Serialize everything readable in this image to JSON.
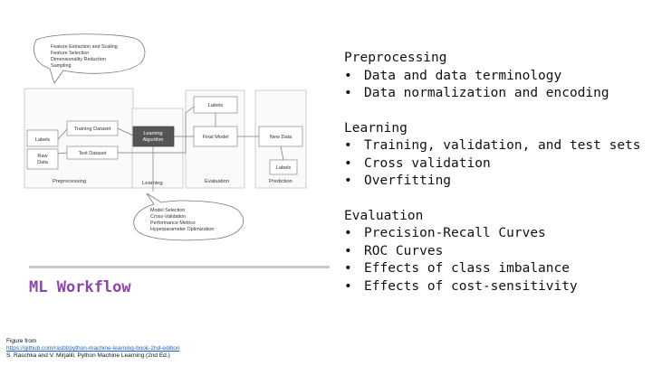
{
  "diagram": {
    "top_callout": [
      "Feature Extraction and Scaling",
      "Feature Selection",
      "Dimensionality Reduction",
      "Sampling"
    ],
    "bottom_callout": [
      "Model Selection",
      "Cross-Validation",
      "Performance Metrics",
      "Hyperparameter Optimization"
    ],
    "boxes": {
      "labels": "Labels",
      "raw_data": [
        "Raw",
        "Data"
      ],
      "training_dataset": "Training Dataset",
      "test_dataset": "Test Dataset",
      "learning_algorithm": [
        "Learning",
        "Algorithm"
      ],
      "final_model": "Final Model",
      "labels_top": "Labels",
      "new_data": "New Data",
      "labels_bottom": "Labels"
    },
    "stages": [
      "Preprocessing",
      "Learning",
      "Evaluation",
      "Prediction"
    ]
  },
  "title": "ML Workflow",
  "caption": {
    "line1": "Figure from",
    "link": "https://github.com/rasbt/python-machine-learning-book-2nd-edition",
    "line3": "S. Raschka and V. Mirjalili. Python Machine Learning (2nd Ed.)"
  },
  "sections": [
    {
      "heading": "Preprocessing",
      "items": [
        "Data and data terminology",
        "Data normalization and encoding"
      ]
    },
    {
      "heading": "Learning",
      "items": [
        "Training, validation, and test sets",
        "Cross validation",
        "Overfitting"
      ]
    },
    {
      "heading": "Evaluation",
      "items": [
        "Precision-Recall Curves",
        "ROC Curves",
        "Effects of class imbalance",
        "Effects of cost-sensitivity"
      ]
    }
  ],
  "bullet_char": "•"
}
